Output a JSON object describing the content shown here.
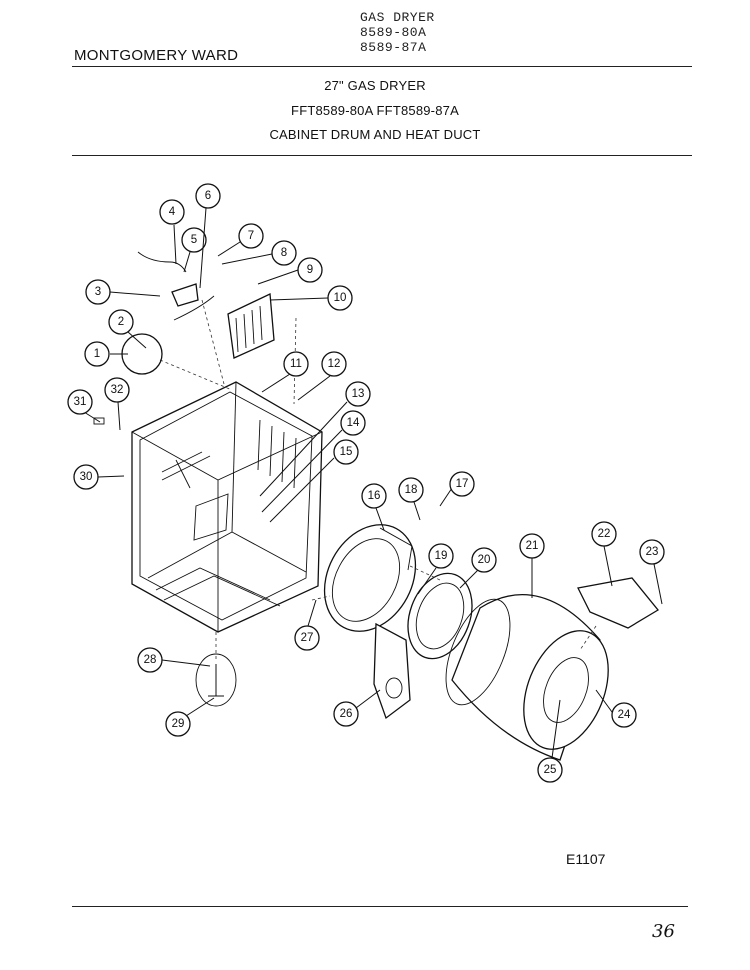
{
  "header": {
    "product_lines": [
      "GAS DRYER",
      "8589-80A",
      "8589-87A"
    ],
    "brand": "MONTGOMERY WARD"
  },
  "titles": {
    "line1": "27\" GAS DRYER",
    "line2": "FFT8589-80A  FFT8589-87A",
    "line3": "CABINET DRUM AND HEAT DUCT"
  },
  "callouts": [
    "1",
    "2",
    "3",
    "4",
    "5",
    "6",
    "7",
    "8",
    "9",
    "10",
    "11",
    "12",
    "13",
    "14",
    "15",
    "16",
    "17",
    "18",
    "19",
    "20",
    "21",
    "22",
    "23",
    "24",
    "25",
    "26",
    "27",
    "28",
    "29",
    "30",
    "31",
    "32"
  ],
  "diagram_code": "E1107",
  "page_mark": "36"
}
